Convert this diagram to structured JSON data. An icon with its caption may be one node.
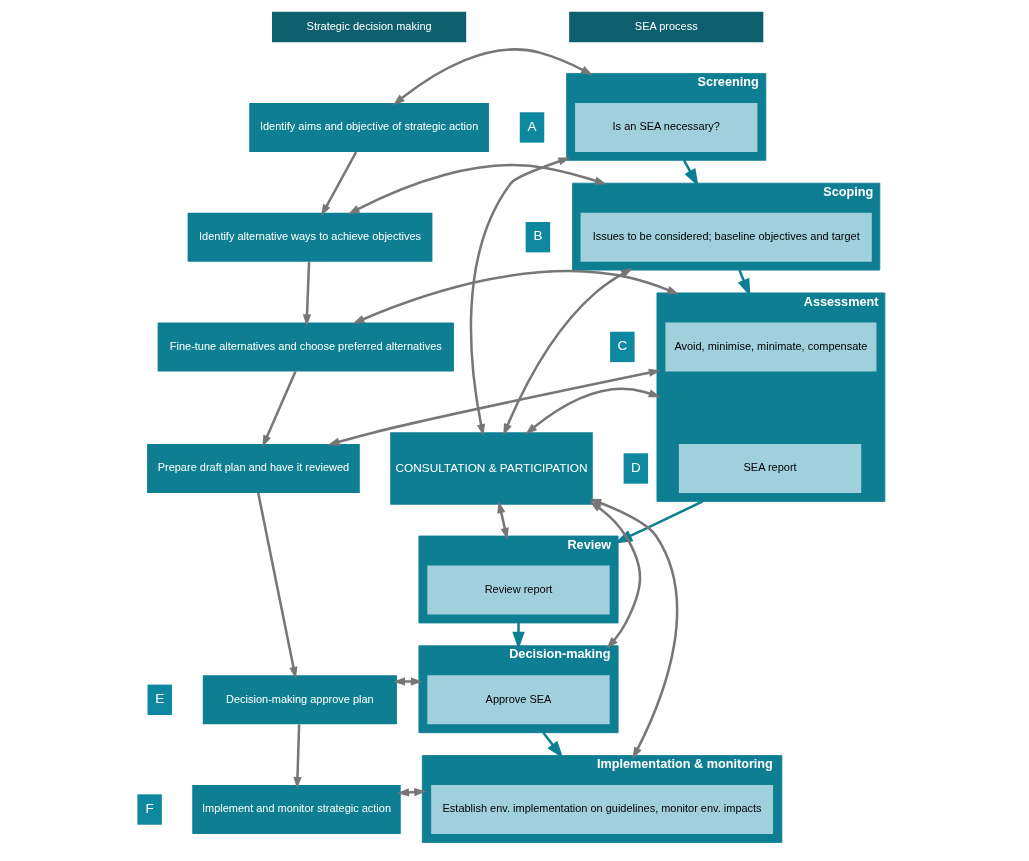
{
  "diagram": {
    "nodes": [
      {
        "text": [
          "Strategic decision making"
        ]
      },
      {
        "text": [
          "SEA process"
        ]
      },
      {
        "text": [
          "A"
        ]
      },
      {
        "text": [
          "Identify aims and objective of strategic action"
        ]
      },
      {
        "text": [
          "Screening"
        ]
      },
      {
        "text": [
          "Is an SEA necessary?"
        ],
        "in": 4
      },
      {
        "text": [
          "CONSULTATION & PARTICIPATION"
        ]
      },
      {
        "text": [
          "B"
        ]
      },
      {
        "text": [
          "Identify alternative ways to achieve objectives"
        ]
      },
      {
        "text": [
          "Scoping"
        ]
      },
      {
        "text": [
          "Issues to be considered; baseline objectives and target"
        ],
        "in": 9
      },
      {
        "text": [
          "C"
        ]
      },
      {
        "text": [
          "Fine-tune alternatives and choose preferred alternatives"
        ]
      },
      {
        "text": [
          "Assessment"
        ]
      },
      {
        "text": [
          "Avoid, minimise, minimate, compensate"
        ],
        "in": 13
      },
      {
        "text": [
          "D"
        ]
      },
      {
        "text": [
          "Prepare draft plan and have it reviewed"
        ]
      },
      {
        "text": [
          "SEA report"
        ],
        "in": 13
      },
      {
        "text": [
          "Review"
        ]
      },
      {
        "text": [
          "Review report"
        ],
        "in": 18
      },
      {
        "text": [
          "E"
        ]
      },
      {
        "text": [
          "Decision-making approve plan"
        ]
      },
      {
        "text": [
          "Decision-making"
        ]
      },
      {
        "text": [
          "Approve SEA"
        ],
        "in": 22
      },
      {
        "text": [
          "F"
        ]
      },
      {
        "text": [
          "Implement and monitor strategic action"
        ]
      },
      {
        "text": [
          "Implementation & monitoring"
        ]
      },
      {
        "text": [
          "Establish env. implementation on guidelines, monitor env. impacts"
        ],
        "in": 26
      }
    ],
    "edges": [
      {
        "from": 3,
        "to": 8,
        "arrow": "to"
      },
      {
        "from": 8,
        "to": 12,
        "arrow": "to"
      },
      {
        "from": 12,
        "to": 16,
        "arrow": "to"
      },
      {
        "from": 16,
        "to": 21,
        "arrow": "to"
      },
      {
        "from": 21,
        "to": 25,
        "arrow": "to"
      },
      {
        "from": 3,
        "to": 4,
        "arrow": "both"
      },
      {
        "from": 8,
        "to": 9,
        "arrow": "both"
      },
      {
        "from": 12,
        "to": 13,
        "arrow": "both"
      },
      {
        "from": 16,
        "to": 13,
        "arrow": "both"
      },
      {
        "from": 21,
        "to": 22,
        "arrow": "both"
      },
      {
        "from": 25,
        "to": 26,
        "arrow": "both"
      },
      {
        "from": 4,
        "to": 9,
        "arrow": "to",
        "color": "#0e7f93"
      },
      {
        "from": 9,
        "to": 13,
        "arrow": "to",
        "color": "#0e7f93"
      },
      {
        "from": 13,
        "to": 18,
        "arrow": "to",
        "color": "#0e7f93"
      },
      {
        "from": 18,
        "to": 22,
        "arrow": "to",
        "color": "#0e7f93"
      },
      {
        "from": 22,
        "to": 26,
        "arrow": "to",
        "color": "#0e7f93"
      },
      {
        "from": 4,
        "to": 6,
        "arrow": "both"
      },
      {
        "from": 9,
        "to": 6,
        "arrow": "both"
      },
      {
        "from": 13,
        "to": 6,
        "arrow": "both"
      },
      {
        "from": 18,
        "to": 6,
        "arrow": "both"
      },
      {
        "from": 22,
        "to": 6,
        "arrow": "both"
      },
      {
        "from": 26,
        "to": 6,
        "arrow": "both"
      }
    ]
  }
}
